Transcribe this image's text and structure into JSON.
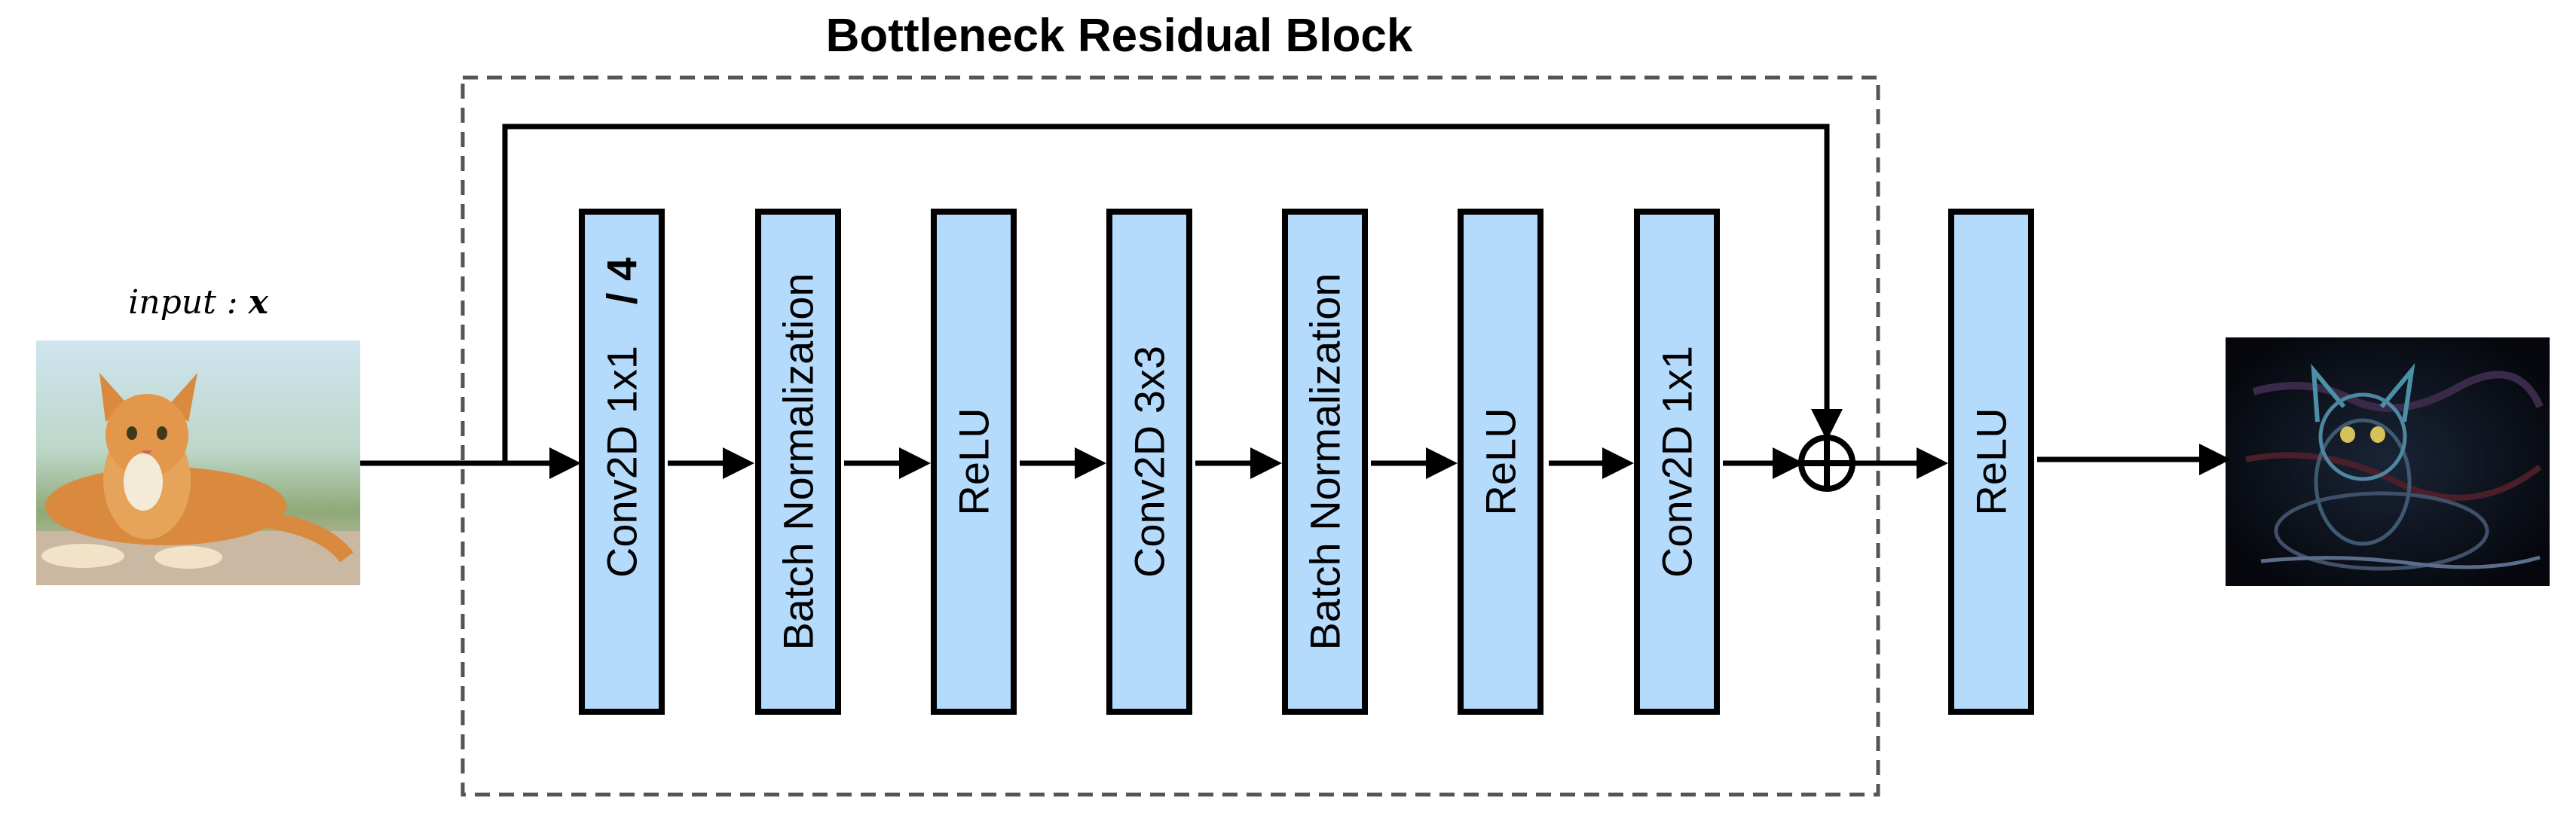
{
  "title": "Bottleneck Residual Block",
  "input": {
    "label_word": "input",
    "label_separator": " : ",
    "label_var": "x"
  },
  "block_layers": [
    {
      "label": "Conv2D 1x1",
      "extra": "/ 4"
    },
    {
      "label": "Batch Normalization"
    },
    {
      "label": "ReLU"
    },
    {
      "label": "Conv2D 3x3"
    },
    {
      "label": "Batch Normalization"
    },
    {
      "label": "ReLU"
    },
    {
      "label": "Conv2D 1x1"
    }
  ],
  "output_layer": {
    "label": "ReLU"
  },
  "colors": {
    "layer_fill": "#b5dbfc",
    "stroke": "#000000",
    "block_border": "#555555"
  },
  "images": {
    "input": "cat-photo",
    "output": "cat-feature-map"
  }
}
